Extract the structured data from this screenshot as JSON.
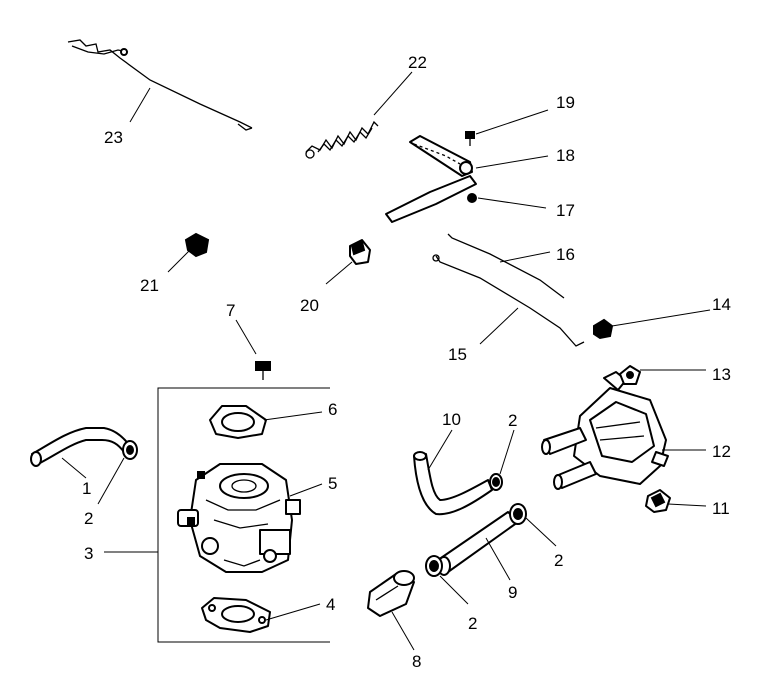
{
  "callouts": {
    "c1": "1",
    "c2a": "2",
    "c2b": "2",
    "c2c": "2",
    "c2d": "2",
    "c3": "3",
    "c4": "4",
    "c5": "5",
    "c6": "6",
    "c7": "7",
    "c8": "8",
    "c9": "9",
    "c10": "10",
    "c11": "11",
    "c12": "12",
    "c13": "13",
    "c14": "14",
    "c15": "15",
    "c16": "16",
    "c17": "17",
    "c18": "18",
    "c19": "19",
    "c20": "20",
    "c21": "21",
    "c22": "22",
    "c23": "23"
  }
}
